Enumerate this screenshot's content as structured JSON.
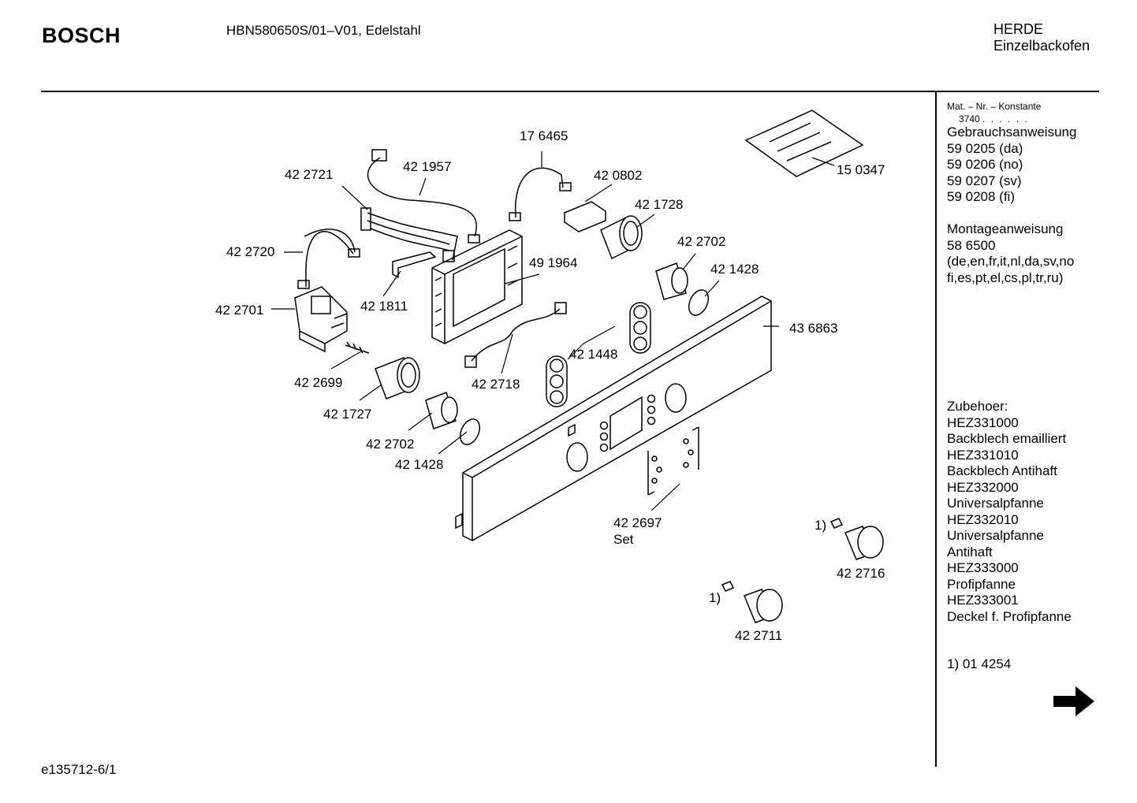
{
  "header": {
    "brand": "BOSCH",
    "model": "HBN580650S/01–V01, Edelstahl",
    "category_line1": "HERDE",
    "category_line2": "Einzelbackofen"
  },
  "footer": {
    "doc_code": "e135712-6/1"
  },
  "sidebar": {
    "mat_header": "Mat. – Nr. – Konstante",
    "mat_value": "3740",
    "mat_dots": ". . . . . .",
    "manual_title": "Gebrauchsanweisung",
    "manuals": [
      "59 0205 (da)",
      "59 0206 (no)",
      "59 0207 (sv)",
      "59 0208 (fi)"
    ],
    "assembly_title": "Montageanweisung",
    "assembly_number": "58 6500",
    "assembly_lang1": "(de,en,fr,it,nl,da,sv,no",
    "assembly_lang2": "fi,es,pt,el,cs,pl,tr,ru)",
    "accessories_title": "Zubehoer:",
    "accessories": [
      "HEZ331000",
      "Backblech emailliert",
      "HEZ331010",
      "Backblech Antihaft",
      "HEZ332000",
      "Universalpfanne",
      "HEZ332010",
      "Universalpfanne",
      "Antihaft",
      "HEZ333000",
      "Profipfanne",
      "HEZ333001",
      "Deckel f. Profipfanne"
    ],
    "footnote": "1) 01 4254",
    "next_icon": "arrow-right-icon"
  },
  "parts": {
    "p176465": "17 6465",
    "p422721": "42 2721",
    "p421957": "42 1957",
    "p420802": "42 0802",
    "p150347": "15 0347",
    "p421728": "42 1728",
    "p422702a": "42 2702",
    "p421428a": "42 1428",
    "p422720": "42 2720",
    "p491964": "49 1964",
    "p421811": "42 1811",
    "p422701": "42 2701",
    "p436863": "43 6863",
    "p421448": "42 1448",
    "p422699": "42 2699",
    "p422718": "42 2718",
    "p421727": "42 1727",
    "p422702b": "42 2702",
    "p421428b": "42 1428",
    "p422697": "42 2697",
    "set": "Set",
    "p422716": "42 2716",
    "p422711": "42 2711",
    "fn1a": "1)",
    "fn1b": "1)"
  }
}
